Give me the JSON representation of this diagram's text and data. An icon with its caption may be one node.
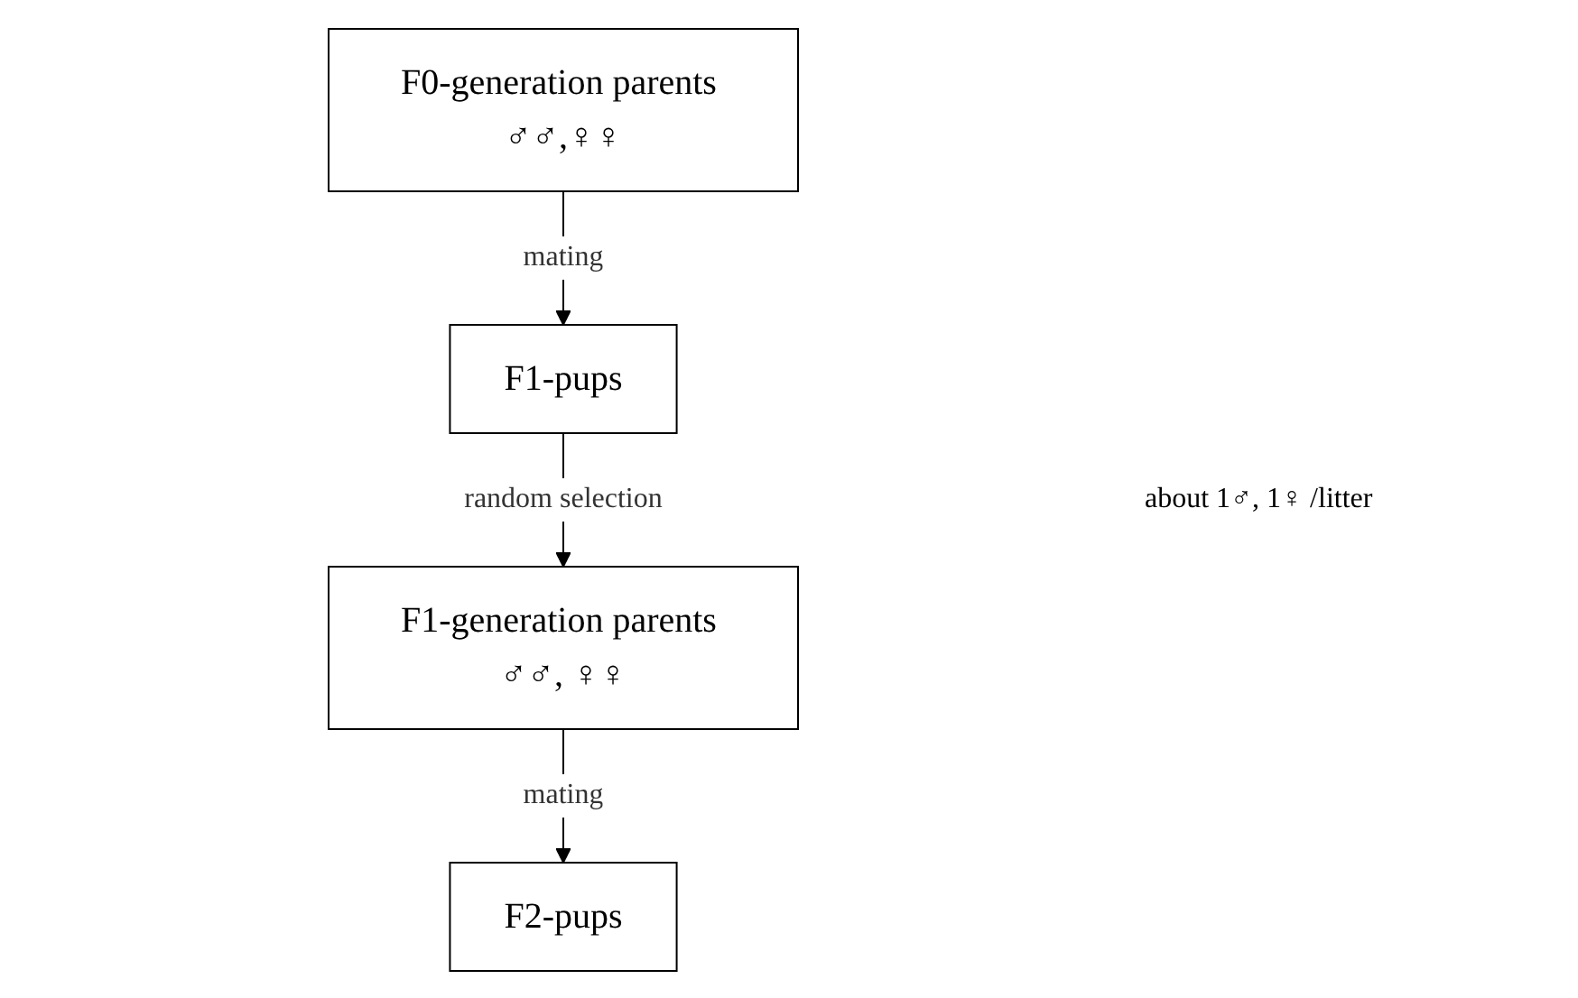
{
  "diagram": {
    "nodes": [
      {
        "text": [
          "F0-generation parents ♂♂,♀♀"
        ]
      },
      {
        "text": [
          "F1-pups"
        ]
      },
      {
        "text": [
          "F1-generation parents ♂♂, ♀♀"
        ]
      },
      {
        "text": [
          "F2-pups"
        ]
      }
    ],
    "edges": [
      {
        "from": 0,
        "to": 1,
        "arrow": "to",
        "label": "mating"
      },
      {
        "from": 1,
        "to": 2,
        "arrow": "to",
        "label": "random selection"
      },
      {
        "from": 2,
        "to": 3,
        "arrow": "to",
        "label": "mating"
      }
    ],
    "labels": [
      "about 1♂, 1♀ /litter"
    ]
  }
}
